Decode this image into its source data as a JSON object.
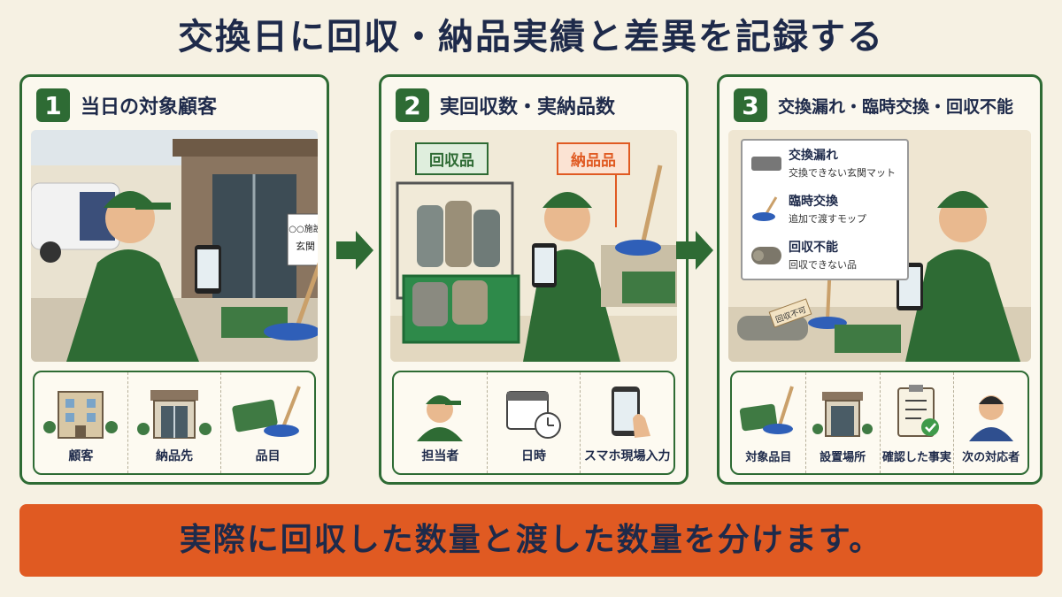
{
  "title": "交換日に回収・納品実績と差異を記録する",
  "panels": [
    {
      "number": "1",
      "title": "当日の対象顧客",
      "scene_sign": [
        "○○施設",
        "玄関"
      ],
      "icons": [
        {
          "icon": "building-icon",
          "label": "顧客"
        },
        {
          "icon": "entrance-icon",
          "label": "納品先"
        },
        {
          "icon": "mat-mop-icon",
          "label": "品目"
        }
      ]
    },
    {
      "number": "2",
      "title": "実回収数・実納品数",
      "tags": {
        "collected": "回収品",
        "delivered": "納品品"
      },
      "icons": [
        {
          "icon": "worker-icon",
          "label": "担当者"
        },
        {
          "icon": "calendar-clock-icon",
          "label": "日時"
        },
        {
          "icon": "smartphone-tap-icon",
          "label": "スマホ現場入力"
        }
      ]
    },
    {
      "number": "3",
      "title": "交換漏れ・臨時交換・回収不能",
      "legend": [
        {
          "icon": "mat-icon",
          "title": "交換漏れ",
          "desc": "交換できない玄関マット"
        },
        {
          "icon": "mop-icon",
          "title": "臨時交換",
          "desc": "追加で渡すモップ"
        },
        {
          "icon": "rolled-mat-icon",
          "title": "回収不能",
          "desc": "回収できない品"
        }
      ],
      "scene_label": "回収不可",
      "icons": [
        {
          "icon": "mat-mop-icon",
          "label": "対象品目"
        },
        {
          "icon": "entrance-icon",
          "label": "設置場所"
        },
        {
          "icon": "checklist-icon",
          "label": "確認した事実"
        },
        {
          "icon": "person-icon",
          "label": "次の対応者"
        }
      ]
    }
  ],
  "footer": "実際に回収した数量と渡した数量を分けます。",
  "colors": {
    "green": "#2e6b34",
    "orange": "#e05a22",
    "navy": "#1e2a4a",
    "cream": "#f6f1e3"
  }
}
